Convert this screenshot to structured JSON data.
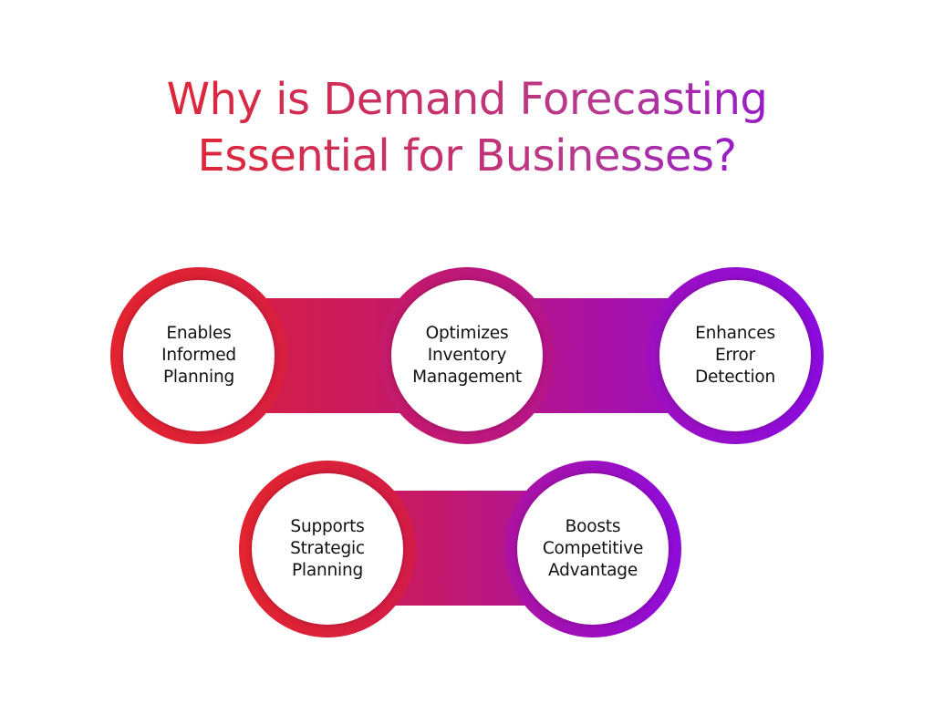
{
  "title": {
    "line1": "Why is Demand Forecasting",
    "line2": "Essential for Businesses?"
  },
  "colors": {
    "red": "#e2242f",
    "crimson": "#cc1b52",
    "magenta": "#b41585",
    "purple": "#a010b8",
    "violet": "#8e0ed9",
    "text": "#111111",
    "background": "#ffffff"
  },
  "row1": {
    "items": [
      {
        "label": "Enables\nInformed\nPlanning"
      },
      {
        "label": "Optimizes\nInventory\nManagement"
      },
      {
        "label": "Enhances\nError\nDetection"
      }
    ]
  },
  "row2": {
    "items": [
      {
        "label": "Supports\nStrategic\nPlanning"
      },
      {
        "label": "Boosts\nCompetitive\nAdvantage"
      }
    ]
  }
}
